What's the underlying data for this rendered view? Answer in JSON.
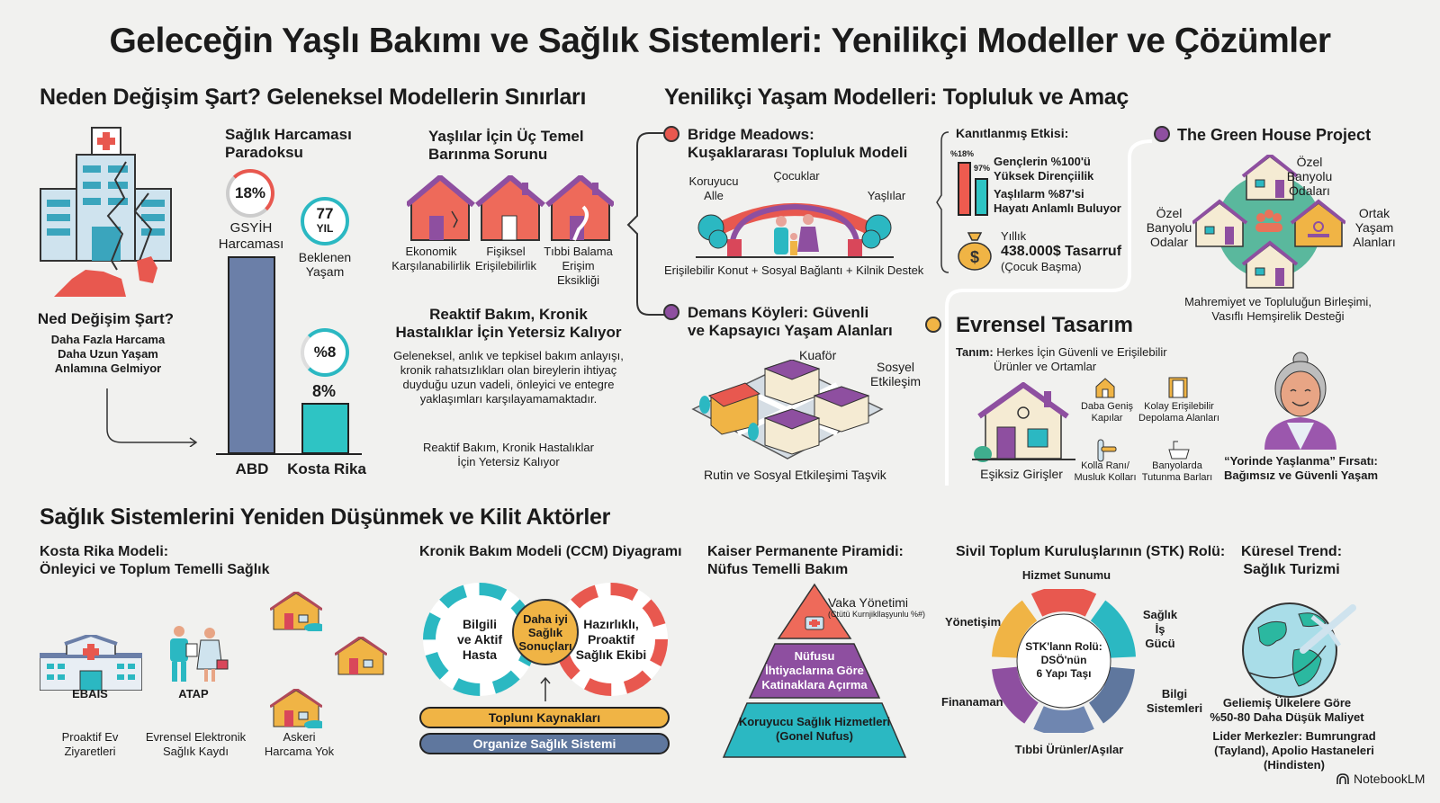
{
  "title": "Geleceğin Yaşlı Bakımı ve Sağlık Sistemleri: Yenilikçi Modeller ve Çözümler",
  "section1": {
    "title": "Neden Değişim Şart? Geleneksel Modellerin Sınırları",
    "why": {
      "heading": "Ned Değişim Şart?",
      "text": "Daha Fazla Harcama Daha Uzun Yaşam Anlamına Gelmiyor"
    },
    "paradox": {
      "title_line1": "Sağlık Harcaması",
      "title_line2": "Paradoksu",
      "usa_ring": "18%",
      "usa_ring_label1": "GSYİH",
      "usa_ring_label2": "Harcaması",
      "life_ring_line1": "77",
      "life_ring_line2": "YIL",
      "life_label1": "Beklenen",
      "life_label2": "Yaşam",
      "cr_ring": "%8",
      "cr_value": "8%",
      "bar_labels": [
        "ABD",
        "Kosta Rika"
      ],
      "colors": {
        "usa": "#6b7fa8",
        "cr": "#2ec4c4",
        "ring_red": "#e8584f",
        "ring_teal": "#2bb8c2"
      }
    },
    "housing": {
      "title_line1": "Yaşlılar İçin Üç Temel",
      "title_line2": "Barınma Sorunu",
      "items": [
        {
          "line1": "Ekonomik",
          "line2": "Karşılanabilirlik"
        },
        {
          "line1": "Fişiksel",
          "line2": "Erişilebilirlik"
        },
        {
          "line1": "Tıbbi Balama",
          "line2": "Erişim Eksikliği"
        }
      ]
    },
    "reactive": {
      "title_line1": "Reaktif Bakım, Kronik",
      "title_line2": "Hastalıklar İçin Yetersiz Kalıyor",
      "body": "Geleneksel, anlık ve tepkisel bakım anlayışı, kronik rahatsızlıkları olan bireylerin ihtiyaç duyduğu uzun vadeli, önleyici ve entegre yaklaşımları karşılayamamaktadır.",
      "caption_line1": "Reaktif Bakım, Kronik Hastalıklar",
      "caption_line2": "İçin Yetersiz Kalıyor"
    }
  },
  "section2": {
    "title": "Yenilikçi Yaşam Modelleri: Topluluk ve Amaç",
    "bridge": {
      "title_line1": "Bridge Meadows:",
      "title_line2": "Kuşaklararası Topluluk Modeli",
      "label_left1": "Koruyucu",
      "label_left2": "Alle",
      "label_top": "Çocuklar",
      "label_right": "Yaşlılar",
      "caption": "Erişilebilir Konut + Sosyal Bağlantı + Kilnik Destek"
    },
    "impact": {
      "title": "Kanıtlanmış Etkisi:",
      "bar1_label": "%18%",
      "bar2_label": "97%",
      "stat1_line1": "Gençlerin %100'ü",
      "stat1_line2": "Yüksek Dirençiilik",
      "stat2_line1": "Yaşlılarm %87'si",
      "stat2_line2": "Hayatı Anlamlı Buluyor",
      "saving_line1": "Yıllık",
      "saving_line2": "438.000$ Tasarruf",
      "saving_line3": "(Çocuk Başma)"
    },
    "green_house": {
      "title": "The Green House Project",
      "label_top1": "Özel",
      "label_top2": "Banyolu",
      "label_top3": "Odaları",
      "label_left1": "Özel",
      "label_left2": "Banyolu",
      "label_left3": "Odalar",
      "label_right1": "Ortak",
      "label_right2": "Yaşam",
      "label_right3": "Alanları",
      "caption_line1": "Mahremiyet ve Topluluğun Birleşimi,",
      "caption_line2": "Vasıflı Hemşirelik Desteği"
    },
    "dementia": {
      "title_line1": "Demans Köyleri: Güvenli",
      "title_line2": "ve Kapsayıcı Yaşam Alanları",
      "label1": "Kuaför",
      "label2_line1": "Sosyel",
      "label2_line2": "Etkileşim",
      "caption": "Rutin ve Sosyal Etkileşimi Taşvik"
    },
    "universal": {
      "title": "Evrensel Tasarım",
      "def_prefix": "Tanım:",
      "def_line1": "Herkes İçin Güvenli ve Erişilebilir",
      "def_line2": "Ürünler ve Ortamlar",
      "house_caption": "Eşiksiz Girişler",
      "features": [
        {
          "line1": "Daba Geniş",
          "line2": "Kapılar"
        },
        {
          "line1": "Kolay Erişilebilir",
          "line2": "Depolama Alanları"
        },
        {
          "line1": "Kolla Ranı/",
          "line2": "Musluk Kolları"
        },
        {
          "line1": "Banyolarda",
          "line2": "Tutunma Barları"
        }
      ],
      "aging_line1": "“Yorinde Yaşlanma” Fırsatı:",
      "aging_line2": "Bağımsız ve Güvenli Yaşam"
    }
  },
  "section3": {
    "title": "Sağlık Sistemlerini Yeniden Düşünmek ve Kilit Aktörler",
    "costa_rica": {
      "title_line1": "Kosta Rika Modeli:",
      "title_line2": "Önleyici ve Toplum Temelli Sağlık",
      "ebais": "EBAIS",
      "atap": "ATAP",
      "cap1_line1": "Proaktif Ev",
      "cap1_line2": "Ziyaretleri",
      "cap2_line1": "Evrensel Elektronik",
      "cap2_line2": "Sağlık Kaydı",
      "cap3_line1": "Askeri",
      "cap3_line2": "Harcama Yok"
    },
    "ccm": {
      "title": "Kronik Bakım Modeli (CCM) Diyagramı",
      "left_gear": [
        "Bilgili",
        "ve Aktif",
        "Hasta"
      ],
      "center": [
        "Daha iyi",
        "Sağlık",
        "Sonuçları"
      ],
      "right_gear": [
        "Hazırlıklı,",
        "Proaktif",
        "Sağlık Ekibi"
      ],
      "bar1": "Toplunı Kaynakları",
      "bar2": "Organize Sağlık Sistemi"
    },
    "kaiser": {
      "title_line1": "Kaiser Permanente Piramidi:",
      "title_line2": "Nüfus Temelli Bakım",
      "top_label": "Vaka Yönetimi",
      "top_sub": "(Ctütü Kurnjikllaşyunlu %#)",
      "middle": [
        "Nüfusu",
        "İhtiyaclarına Göre",
        "Katinaklara Açırma"
      ],
      "bottom": [
        "Koruyucu Sağlık Hizmetleri",
        "(Gonel Nufus)"
      ]
    },
    "ngo": {
      "title": "Sivil Toplum Kuruluşlarının (STK) Rolü:",
      "center": [
        "STK'lann Rolü:",
        "DSÖ'nün",
        "6 Yapı Taşı"
      ],
      "segments": [
        {
          "label": "Hizmet Sunumu",
          "color": "#e8584f"
        },
        {
          "label": "Sağlık İş Gücü",
          "color": "#2bb8c2"
        },
        {
          "label": "Bilgi Sistemleri",
          "color": "#5f779e"
        },
        {
          "label": "Tıbbi Ürünler/Aşılar",
          "color": "#6f86b0"
        },
        {
          "label": "Finanaman",
          "color": "#8e4fa0"
        },
        {
          "label": "Yönetişim",
          "color": "#f0b445"
        }
      ]
    },
    "tourism": {
      "title_line1": "Küresel Trend:",
      "title_line2": "Sağlık Turizmi",
      "line1": "Geliemiş Ülkelere Göre",
      "line2": "%50-80 Daha Düşük Maliyet",
      "line3": "Lider Merkezler: Bumrungrad",
      "line4": "(Tayland), Apolio Hastaneleri (Hindisten)"
    }
  },
  "watermark": "NotebookLM",
  "colors": {
    "background": "#f1f1ef",
    "red": "#e8584f",
    "teal": "#2bb8c2",
    "purple": "#8e4fa0",
    "yellow": "#f0b445",
    "slate": "#6b7fa8",
    "green": "#3fae8e"
  }
}
